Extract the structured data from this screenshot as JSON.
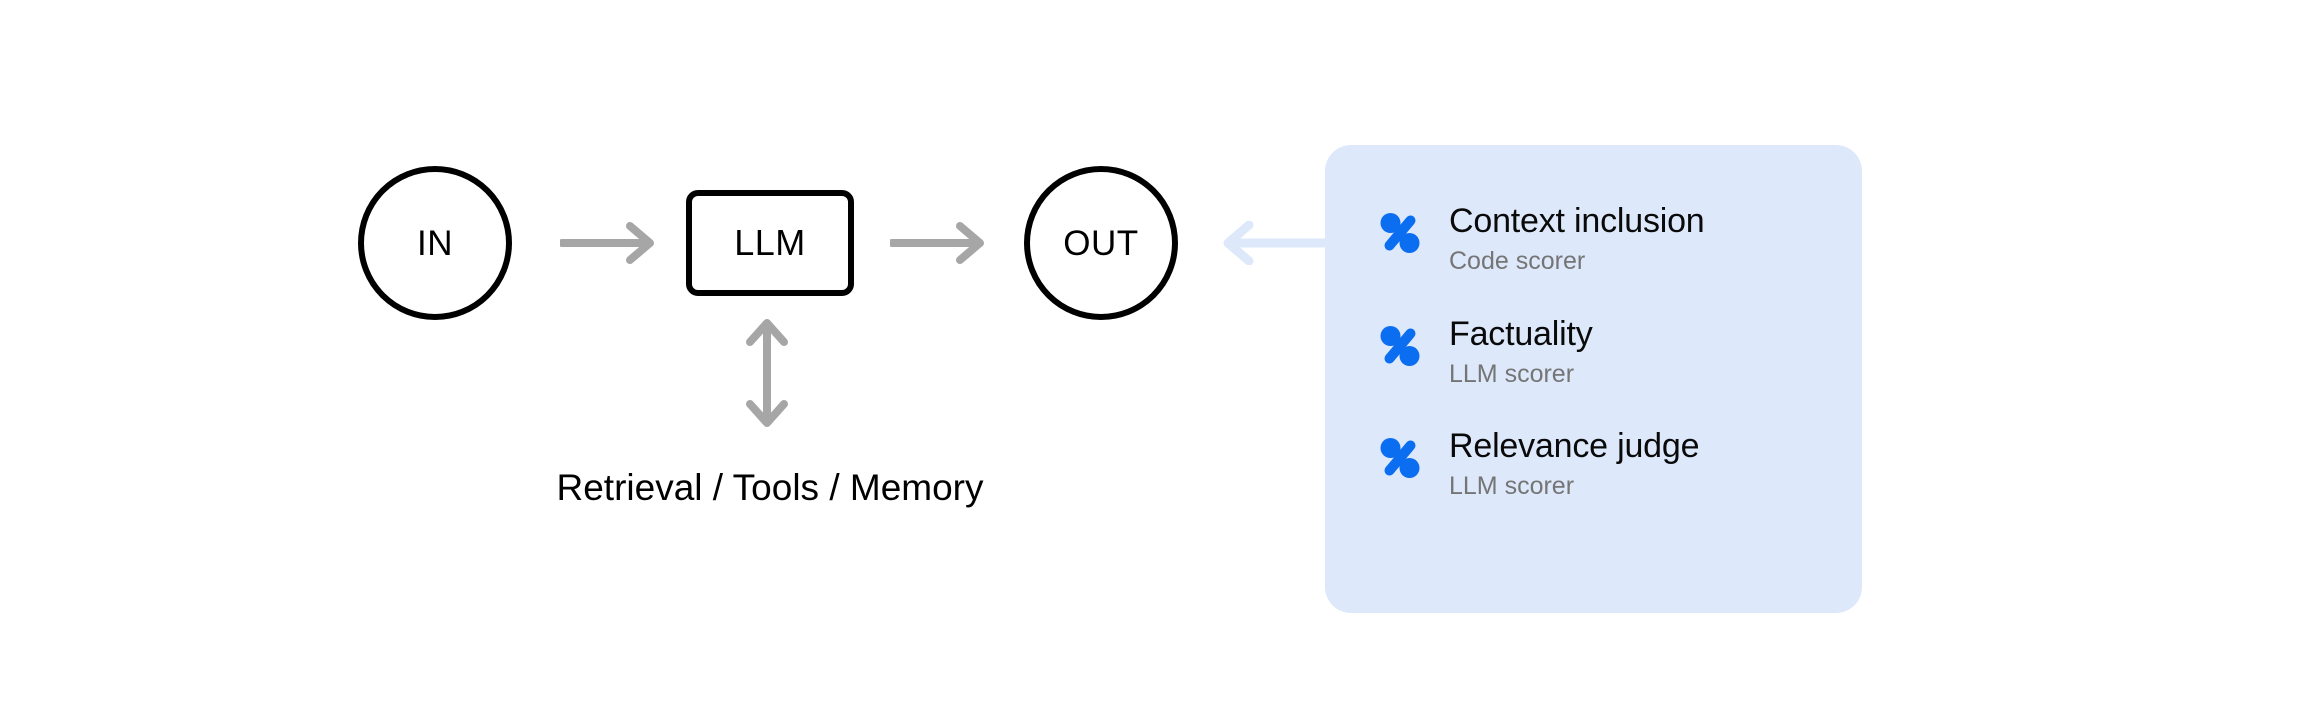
{
  "diagram": {
    "nodes": {
      "input": {
        "label": "IN",
        "shape": "circle"
      },
      "model": {
        "label": "LLM",
        "shape": "rounded-rect"
      },
      "output": {
        "label": "OUT",
        "shape": "circle"
      }
    },
    "caption": "Retrieval / Tools / Memory",
    "arrows": {
      "in_to_llm": "arrow-right",
      "llm_to_out": "arrow-right",
      "llm_tools": "arrow-up-down",
      "scorers_to_out": "arrow-left"
    }
  },
  "scorers_panel": {
    "items": [
      {
        "icon": "percent-scorer-icon",
        "title": "Context inclusion",
        "subtitle": "Code scorer"
      },
      {
        "icon": "percent-scorer-icon",
        "title": "Factuality",
        "subtitle": "LLM scorer"
      },
      {
        "icon": "percent-scorer-icon",
        "title": "Relevance judge",
        "subtitle": "LLM scorer"
      }
    ]
  },
  "colors": {
    "background": "#ffffff",
    "stroke": "#000000",
    "arrow_gray": "#a6a6a6",
    "panel_background": "#dde9fb",
    "accent_blue": "#0b6ef0",
    "subtitle_gray": "#757575"
  }
}
